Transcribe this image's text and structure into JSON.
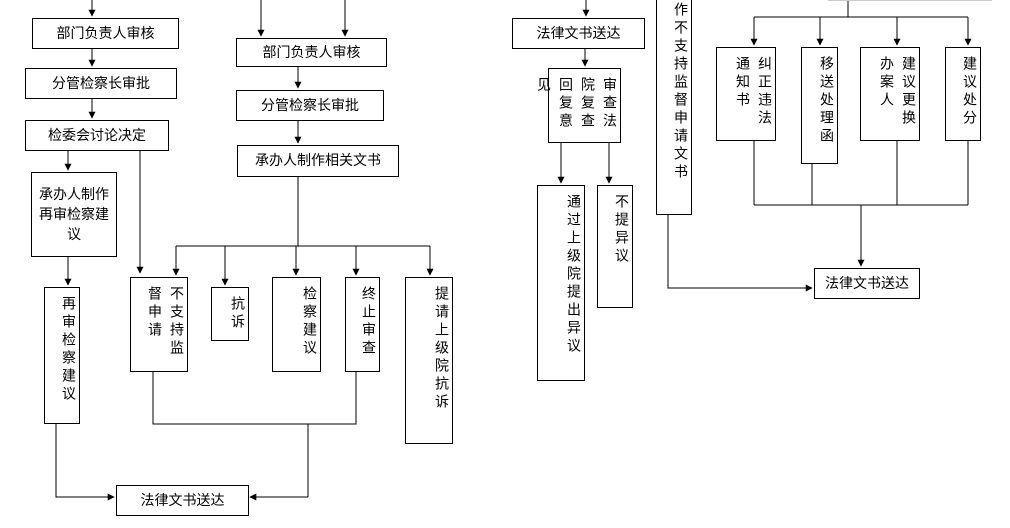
{
  "nodes": {
    "a1": "部门负责人审核",
    "a2": "分管检察长审批",
    "a3": "检委会讨论决定",
    "a4": "承办人制作再审检察建议",
    "a5": "再审检察建议",
    "a6": "法律文书送达",
    "b1": "部门负责人审核",
    "b2": "分管检察长审批",
    "b3": "承办人制作相关文书",
    "b4": "不支持监督申请",
    "b5": "抗诉",
    "b6": "检察建议",
    "b7": "终止审查",
    "b8": "提请上级院抗诉",
    "c1": "法律文书送达",
    "c2": "审查法院复查回复意见",
    "c3": "通过上级院提出异议",
    "c4": "不提异议",
    "d1": "作不支持监督申请文书",
    "d2": "纠正违法通知书",
    "d3": "移送处理函",
    "d4": "建议更换办案人",
    "d5": "建议处分",
    "d6": "法律文书送达"
  }
}
